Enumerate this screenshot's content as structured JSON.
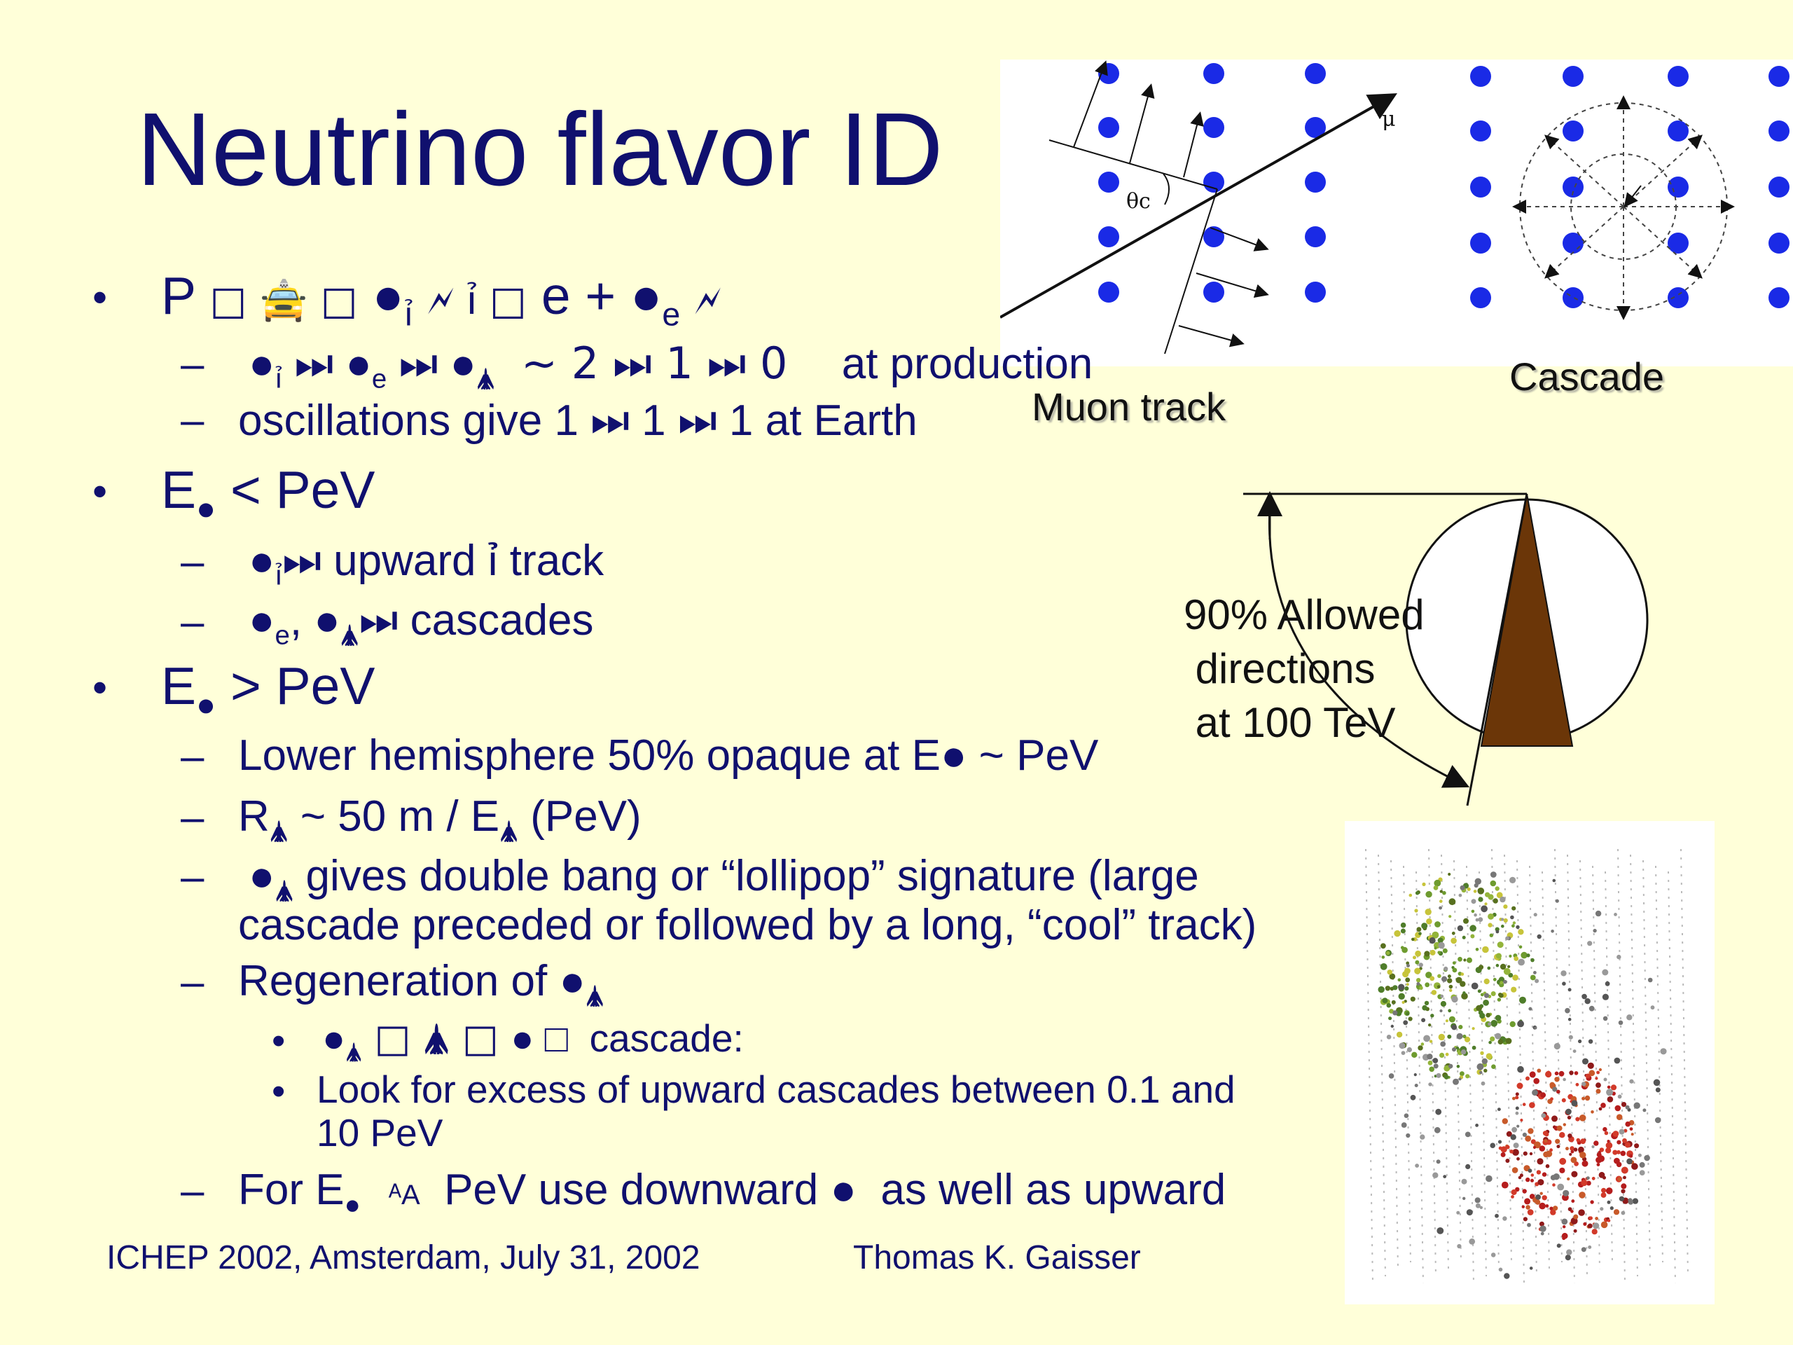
{
  "title": "Neutrino flavor ID",
  "lines": {
    "production": {
      "p": "P",
      "g1": "□ 🚖 □",
      "nu_mu": "●",
      "sub_mu": "ỉ",
      "g2": "🗲 ỉ □",
      "e": "e +",
      "nu_e": "●",
      "sub_e": "e",
      "g3": "🗲"
    },
    "ratio_prod": {
      "nu1": "●",
      "s1": "ỉ",
      "sep1": "⏭",
      "nu2": "●",
      "s2": "e",
      "sep2": "⏭",
      "nu3": "●",
      "s3": "🛦",
      "rest": "~ 2 ⏭ 1 ⏭ 0",
      "tail": "at production"
    },
    "oscillations": "oscillations give 1 ⏭ 1 ⏭ 1 at  Earth",
    "e_lt": {
      "e": "E",
      "nu": "●",
      "text": " < PeV"
    },
    "upward": {
      "nu": "●",
      "s": "ỉ",
      "text": "⏭  upward ỉ track"
    },
    "cascades": {
      "nu1": "●",
      "s1": "e",
      "comma": ",",
      "nu2": "●",
      "s2": "🛦",
      "text": "⏭  cascades"
    },
    "e_gt": {
      "e": "E",
      "nu": "●",
      "text": " > PeV"
    },
    "lower": {
      "text": "Lower hemisphere 50% opaque at E",
      "nu": "●",
      "tail": " ~ PeV"
    },
    "range": {
      "r": "R",
      "s1": "🛦",
      "mid": " ~ 50 m / E",
      "s2": "🛦",
      "tail": " (PeV)"
    },
    "double_bang": {
      "nu": "●",
      "s": "🛦",
      "text": " gives double bang or “lollipop” signature (large",
      "cont": "cascade preceded or followed by a long, “cool” track)"
    },
    "regeneration": {
      "text": "Regeneration of ",
      "nu": "●",
      "s": "🛦"
    },
    "regen_chain": {
      "nu": "●",
      "s": "🛦",
      "mid": " □ 🛦 □ ",
      "nu2": "●",
      "tail": " □  cascade:"
    },
    "look_for": {
      "l1": "Look for excess of upward cascades between 0.1 and",
      "l2": "10 PeV"
    },
    "downward": {
      "text": "For E",
      "nu": "●",
      "gl": "ᴬA",
      "mid": "  PeV use downward ",
      "nu2": "●",
      "tail": "  as well as upward"
    }
  },
  "bullet_char": "•",
  "dash_char": "–",
  "footer": {
    "left": "ICHEP 2002, Amsterdam, July 31, 2002",
    "right": "Thomas K. Gaisser"
  },
  "figure_top": {
    "muon_caption": "Muon track",
    "cascade_caption": "Cascade",
    "theta_label": "θc",
    "mu_label": "μ"
  },
  "figure_mid": {
    "line1": "90% Allowed",
    "line2": " directions",
    "line3": " at 100 TeV"
  },
  "colors": {
    "text": "#10106e",
    "background": "#ffffd9",
    "dots": "#1a2ae6",
    "wedge": "#6b3608"
  }
}
